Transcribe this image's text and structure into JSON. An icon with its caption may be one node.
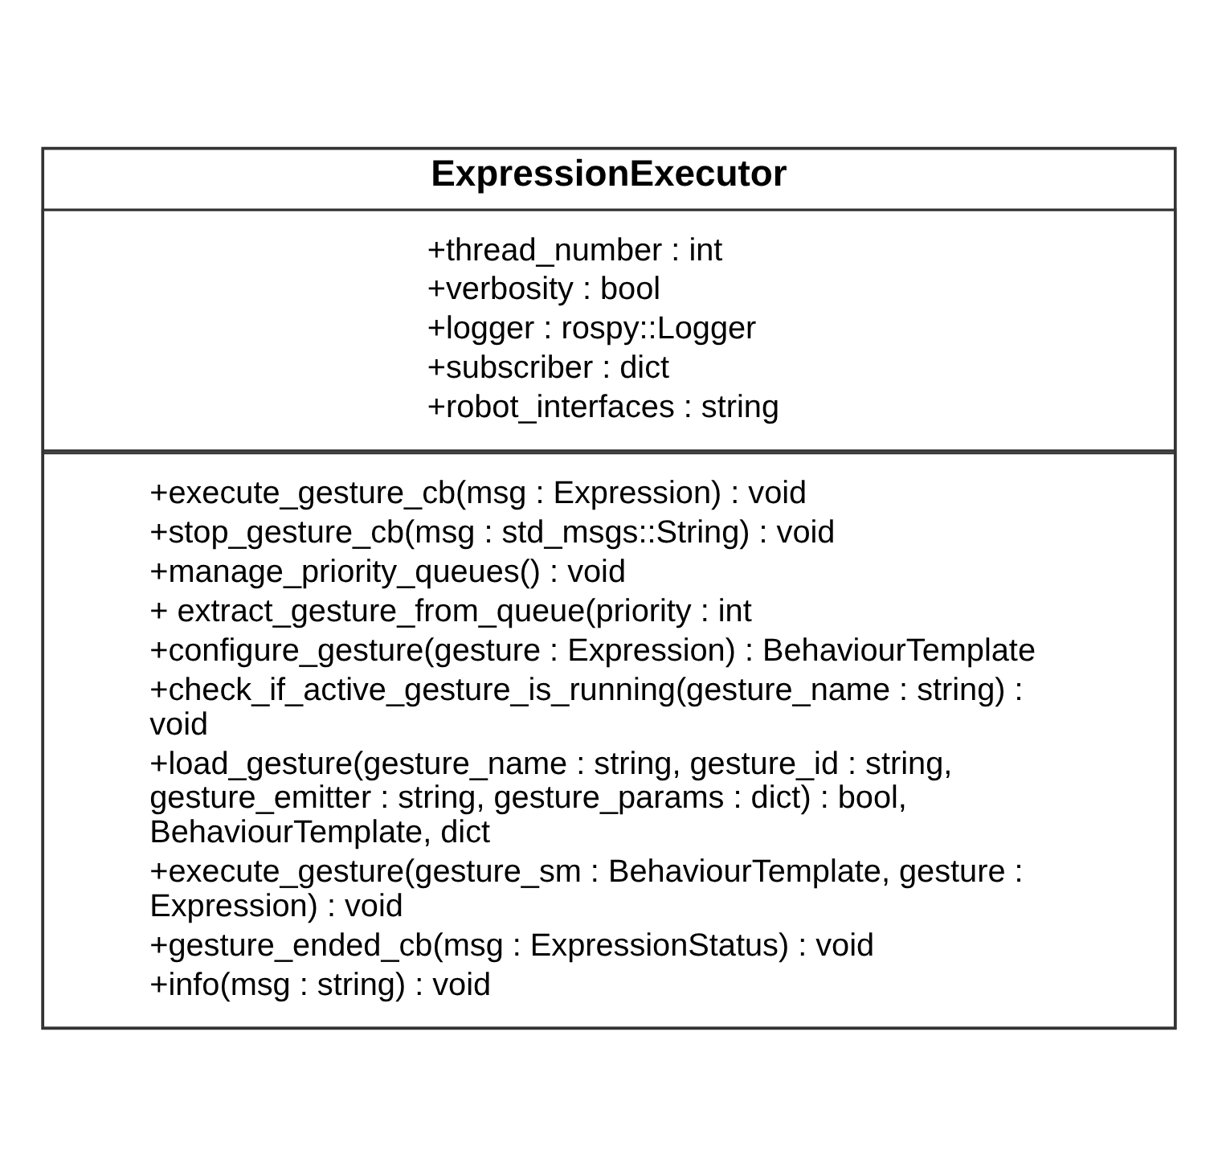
{
  "diagram": {
    "nodes": [
      {
        "text": [
          "ExpressionExecutor"
        ]
      },
      {
        "text": [
          "+thread_number : int",
          "+verbosity : bool",
          "+logger : rospy::Logger",
          "+subscriber : dict",
          "+robot_interfaces : string"
        ],
        "in": 0
      },
      {
        "text": [
          "+execute_gesture_cb(msg : Expression) : void",
          "+stop_gesture_cb(msg : std_msgs::String) : void",
          "+manage_priority_queues() : void",
          "+ extract_gesture_from_queue(priority : int",
          "+configure_gesture(gesture : Expression) : BehaviourTemplate",
          "+check_if_active_gesture_is_running(gesture_name : string) : void",
          "+load_gesture(gesture_name : string, gesture_id : string, gesture_emitter : string, gesture_params : dict) : bool, BehaviourTemplate, dict",
          "+execute_gesture(gesture_sm : BehaviourTemplate, gesture : Expression) : void",
          "+gesture_ended_cb(msg : ExpressionStatus) : void",
          "+info(msg : string) : void"
        ],
        "in": 0
      }
    ],
    "edges": []
  }
}
